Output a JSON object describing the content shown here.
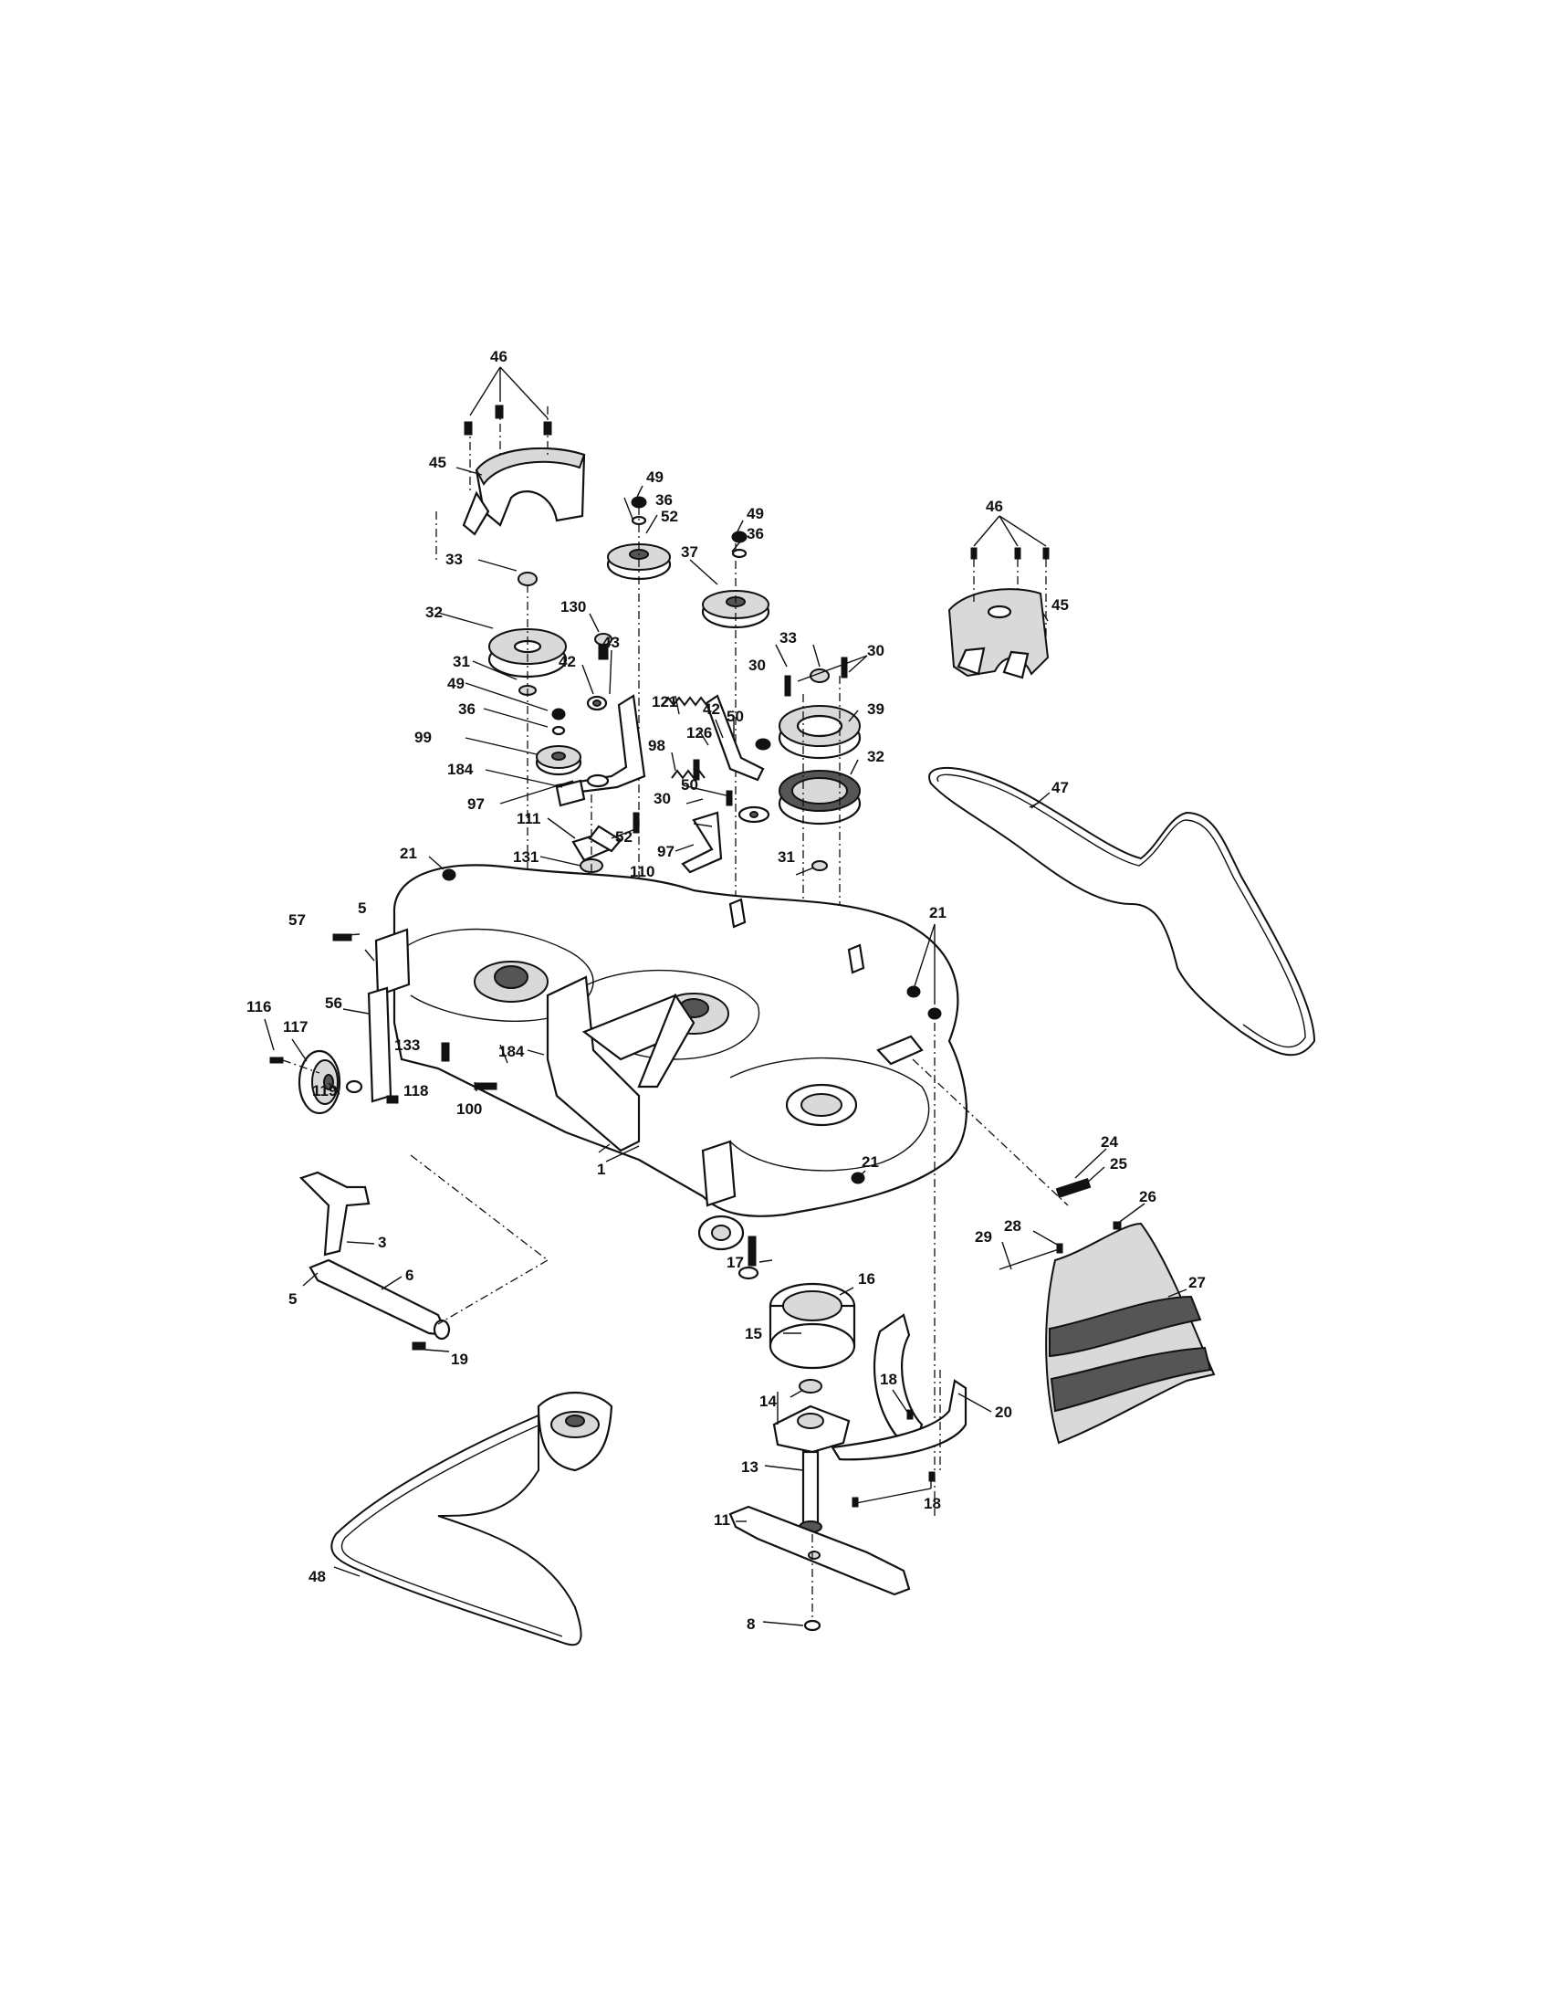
{
  "diagram": {
    "type": "exploded-parts-diagram",
    "callout_numbers": [
      "1",
      "3",
      "5",
      "5",
      "6",
      "8",
      "11",
      "13",
      "14",
      "15",
      "16",
      "17",
      "18",
      "18",
      "19",
      "20",
      "21",
      "21",
      "21",
      "24",
      "25",
      "26",
      "27",
      "28",
      "29",
      "30",
      "30",
      "30",
      "31",
      "31",
      "32",
      "32",
      "33",
      "33",
      "36",
      "36",
      "36",
      "37",
      "39",
      "42",
      "42",
      "43",
      "45",
      "45",
      "46",
      "46",
      "47",
      "48",
      "49",
      "49",
      "49",
      "50",
      "50",
      "52",
      "56",
      "57",
      "97",
      "97",
      "98",
      "99",
      "100",
      "110",
      "111",
      "116",
      "117",
      "118",
      "119",
      "121",
      "126",
      "130",
      "131",
      "133",
      "184",
      "184"
    ]
  }
}
